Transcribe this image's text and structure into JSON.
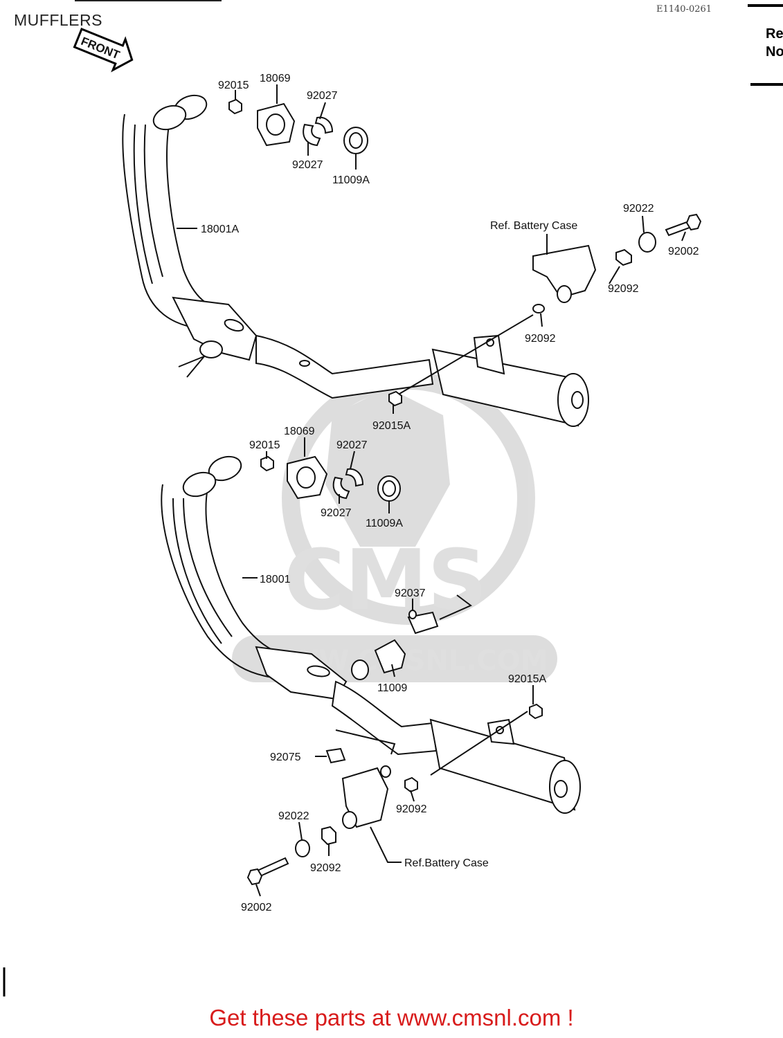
{
  "page_title": "MUFFLERS",
  "ref_code": "E1140-0261",
  "side_note": [
    "Re",
    "No"
  ],
  "front_marker": "FRONT",
  "watermark": {
    "brand": "CMS",
    "url": "WWW.CMSNL.COM"
  },
  "footer": {
    "text": "Get these parts at www.cmsnl.com !",
    "color": "#d81b1b"
  },
  "upper_assembly": {
    "labels": {
      "p92015": "92015",
      "p18069": "18069",
      "p92027a": "92027",
      "p92027b": "92027",
      "p11009A": "11009A",
      "p18001A": "18001A",
      "battery": "Ref. Battery Case",
      "p92022": "92022",
      "p92002": "92002",
      "p92092a": "92092",
      "p92092b": "92092",
      "p92015A": "92015A"
    }
  },
  "lower_assembly": {
    "labels": {
      "p92015": "92015",
      "p18069": "18069",
      "p92027a": "92027",
      "p92027b": "92027",
      "p11009A": "11009A",
      "p18001": "18001",
      "p92037": "92037",
      "p11009": "11009",
      "p92015A": "92015A",
      "p92075": "92075",
      "p92092": "92092",
      "p92022": "92022",
      "p92092b": "92092",
      "battery": "Ref.Battery Case",
      "p92002": "92002"
    }
  }
}
